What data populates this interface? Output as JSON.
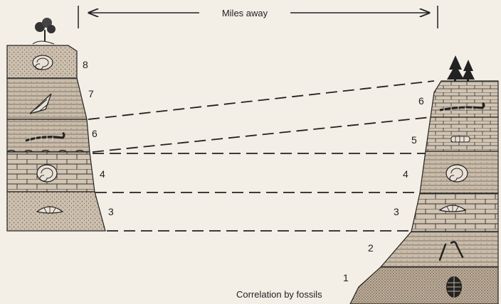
{
  "header": {
    "distance_label": "Miles away"
  },
  "caption": "Correlation by fossils",
  "left_column": {
    "layer_numbers": [
      "8",
      "7",
      "6",
      "4",
      "3"
    ],
    "fossils": [
      "ammonite-fossil",
      "gastropod-shell-fossil",
      "crinoid-stem-fossil",
      "ammonite-fossil",
      "brachiopod-fossil"
    ],
    "top_vegetation": "shrub"
  },
  "right_column": {
    "layer_numbers": [
      "6",
      "5",
      "4",
      "3",
      "2",
      "1"
    ],
    "fossils": [
      "crinoid-stem-fossil",
      "small-fossil",
      "ammonite-fossil",
      "brachiopod-fossil",
      "bone-fragments-fossil",
      "trilobite-fossil"
    ],
    "top_vegetation": "pine-trees"
  },
  "colors": {
    "rock_fill": "#cdbfae",
    "line": "#222222",
    "background": "#f3eee6"
  }
}
